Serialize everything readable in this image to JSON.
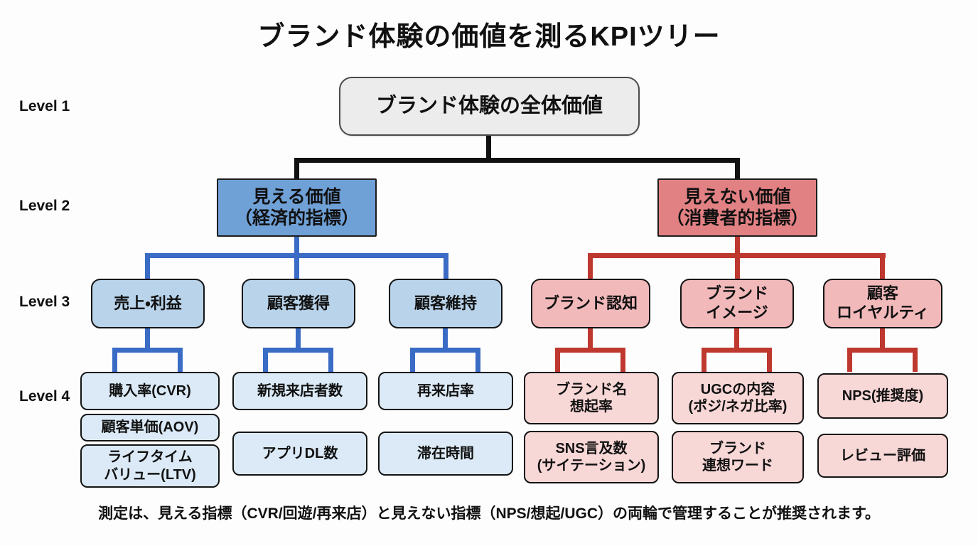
{
  "title": "ブランド体験の価値を測るKPIツリー",
  "level_labels": [
    "Level 1",
    "Level 2",
    "Level 3",
    "Level 4"
  ],
  "root": {
    "label": "ブランド体験の全体価値"
  },
  "visible_branch": {
    "label": "見える価値\n（経済的指標）",
    "children": [
      {
        "label": "売上・利益",
        "metrics": [
          "購入率(CVR)",
          "顧客単価(AOV)",
          "ライフタイム\nバリュー(LTV)"
        ]
      },
      {
        "label": "顧客獲得",
        "metrics": [
          "新規来店者数",
          "アプリDL数"
        ]
      },
      {
        "label": "顧客維持",
        "metrics": [
          "再来店率",
          "滞在時間"
        ]
      }
    ]
  },
  "invisible_branch": {
    "label": "見えない価値\n（消費者的指標）",
    "children": [
      {
        "label": "ブランド認知",
        "metrics": [
          "ブランド名\n想起率",
          "SNS言及数\n(サイテーション)"
        ]
      },
      {
        "label": "ブランド\nイメージ",
        "metrics": [
          "UGCの内容\n(ポジ/ネガ比率)",
          "ブランド\n連想ワード"
        ]
      },
      {
        "label": "顧客\nロイヤルティ",
        "metrics": [
          "NPS(推奨度)",
          "レビュー評価"
        ]
      }
    ]
  },
  "footer": "測定は、見える指標（CVR/回遊/再来店）と見えない指標（NPS/想起/UGC）の両輪で管理することが推奨されます。",
  "colors": {
    "trunk_line": "#111111",
    "visible_line": "#3a6cc5",
    "invisible_line": "#bf382f",
    "root_fill": "#ececec",
    "visible_l2_fill": "#6fa0d6",
    "invisible_l2_fill": "#e28183",
    "visible_l3_fill": "#b8d3ea",
    "invisible_l3_fill": "#f2b9bb",
    "visible_l4_fill": "#dbeaf6",
    "invisible_l4_fill": "#f8d7d7"
  }
}
